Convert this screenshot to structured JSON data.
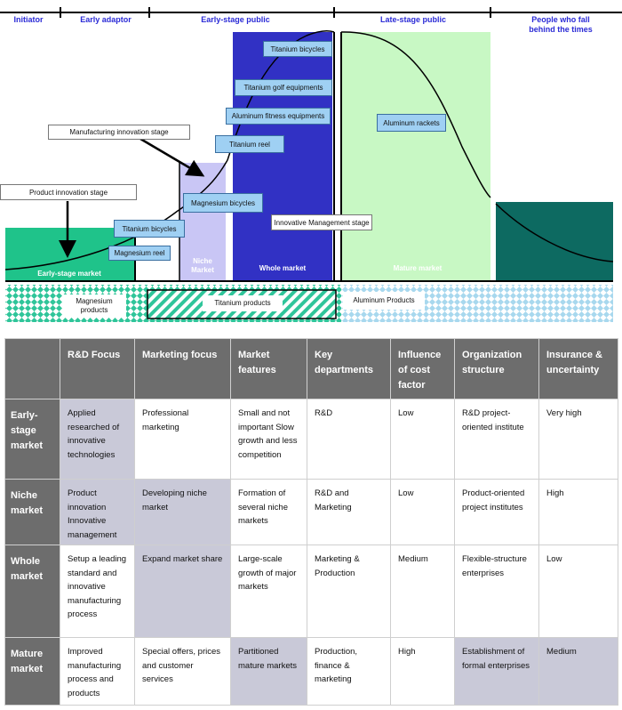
{
  "stages": [
    "Initiator",
    "Early adaptor",
    "Early-stage public",
    "Late-stage public",
    "People who  fall behind the times"
  ],
  "stage_labels": {
    "product_innovation": "Product innovation stage",
    "manufacturing_innovation": "Manufacturing innovation stage",
    "innovative_management": "Innovative Management stage"
  },
  "markets": {
    "early": "Early-stage market",
    "niche": "Niche Market",
    "whole": "Whole market",
    "mature": "Mature market"
  },
  "product_tags": {
    "magnesium_reel": "Magnesium reel",
    "titanium_bicycles_early": "Titanium bicycles",
    "magnesium_bicycles": "Magnesium bicycles",
    "titanium_reel": "Titanium reel",
    "aluminum_fitness": "Aluminum fitness equipments",
    "titanium_golf": "Titanium golf equipments",
    "titanium_bicycles_whole": "Titanium bicycles",
    "aluminum_rackets": "Aluminum rackets"
  },
  "product_groups": {
    "magnesium": "Magnesium products",
    "titanium": "Titanium products",
    "aluminum": "Aluminum Products"
  },
  "colors": {
    "early_green": "#1fc38a",
    "niche_lavender": "#c9c6f5",
    "whole_blue": "#3131c4",
    "mature_green": "#c8f8c4",
    "late_teal": "#0d6a61",
    "tag_blue": "#9fd0f3",
    "stage_text": "#2b2bd6",
    "header_grey": "#6d6d6d",
    "highlight": "#c9c9d8"
  },
  "table": {
    "headers": [
      "",
      "R&D Focus",
      "Marketing focus",
      "Market features",
      "Key departments",
      "Influence of cost factor",
      "Organization structure",
      "Insurance & uncertainty"
    ],
    "rows": [
      {
        "market": "Early-stage market",
        "cells": [
          "Applied researched of innovative technologies",
          "Professional marketing",
          "Small and not important Slow growth and less competition",
          "R&D",
          "Low",
          "R&D project-oriented institute",
          "Very high"
        ]
      },
      {
        "market": "Niche market",
        "cells": [
          "Product innovation Innovative management",
          "Developing niche market",
          "Formation of several niche markets",
          "R&D and Marketing",
          "Low",
          "Product-oriented project institutes",
          "High"
        ]
      },
      {
        "market": "Whole market",
        "cells": [
          "Setup a leading standard and innovative manufacturing process",
          "Expand market share",
          "Large-scale growth of major markets",
          "Marketing & Production",
          "Medium",
          "Flexible-structure enterprises",
          "Low"
        ]
      },
      {
        "market": "Mature market",
        "cells": [
          "Improved manufacturing process and products",
          "Special offers, prices and customer services",
          "Partitioned mature markets",
          "Production, finance & marketing",
          "High",
          "Establishment of formal enterprises",
          "Medium"
        ]
      }
    ]
  }
}
